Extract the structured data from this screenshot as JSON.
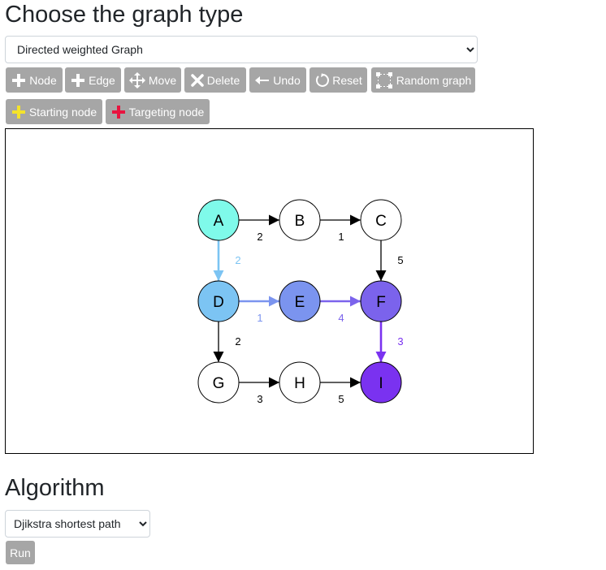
{
  "header": {
    "title": "Choose the graph type"
  },
  "graph_type_select": {
    "selected": "Directed weighted Graph"
  },
  "toolbar": {
    "node_label": "Node",
    "edge_label": "Edge",
    "move_label": "Move",
    "delete_label": "Delete",
    "undo_label": "Undo",
    "reset_label": "Reset",
    "random_label": "Random graph",
    "starting_label": "Starting node",
    "targeting_label": "Targeting node"
  },
  "icons": {
    "node": "plus-icon",
    "edge": "plus-icon",
    "move": "move-arrows-icon",
    "delete": "x-icon",
    "undo": "arrow-left-icon",
    "reset": "circular-arrow-icon",
    "random": "random-nodes-icon",
    "starting": "yellow-plus-icon",
    "targeting": "red-plus-icon"
  },
  "colors": {
    "button_bg": "#a6a6a6",
    "start_plus": "#f4e32b",
    "target_plus": "#e8143f"
  },
  "graph": {
    "nodes": [
      {
        "id": "A",
        "color": "#7ffaea"
      },
      {
        "id": "B",
        "color": "#ffffff"
      },
      {
        "id": "C",
        "color": "#ffffff"
      },
      {
        "id": "D",
        "color": "#7cc4f3"
      },
      {
        "id": "E",
        "color": "#7b94ef"
      },
      {
        "id": "F",
        "color": "#7b63ec"
      },
      {
        "id": "G",
        "color": "#ffffff"
      },
      {
        "id": "H",
        "color": "#ffffff"
      },
      {
        "id": "I",
        "color": "#7a32f0"
      }
    ],
    "edges": [
      {
        "from": "A",
        "to": "B",
        "weight": "2",
        "color": "#000000"
      },
      {
        "from": "B",
        "to": "C",
        "weight": "1",
        "color": "#000000"
      },
      {
        "from": "C",
        "to": "F",
        "weight": "5",
        "color": "#000000"
      },
      {
        "from": "A",
        "to": "D",
        "weight": "2",
        "color": "#7cc4f3"
      },
      {
        "from": "D",
        "to": "E",
        "weight": "1",
        "color": "#7b94ef"
      },
      {
        "from": "E",
        "to": "F",
        "weight": "4",
        "color": "#7b63ec"
      },
      {
        "from": "D",
        "to": "G",
        "weight": "2",
        "color": "#000000"
      },
      {
        "from": "F",
        "to": "I",
        "weight": "3",
        "color": "#7a32f0"
      },
      {
        "from": "G",
        "to": "H",
        "weight": "3",
        "color": "#000000"
      },
      {
        "from": "H",
        "to": "I",
        "weight": "5",
        "color": "#000000"
      }
    ]
  },
  "algorithm": {
    "title": "Algorithm",
    "selected": "Djikstra shortest path",
    "run_label": "Run"
  }
}
